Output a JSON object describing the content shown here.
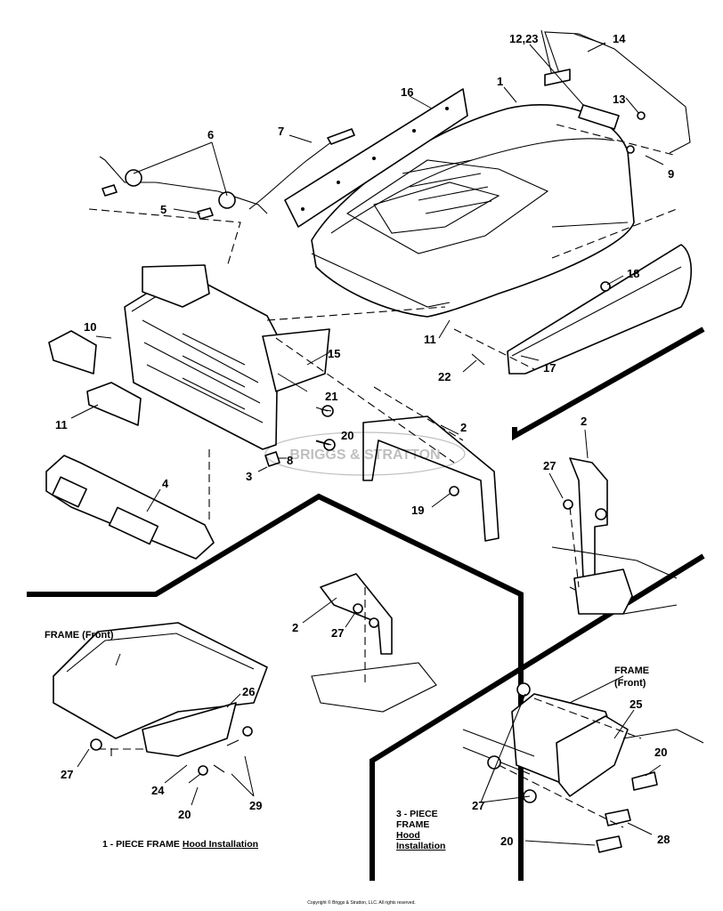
{
  "labels": {
    "l1": "1",
    "l2a": "2",
    "l2b": "2",
    "l2c": "2",
    "l3": "3",
    "l4": "4",
    "l5": "5",
    "l6": "6",
    "l7": "7",
    "l8": "8",
    "l9": "9",
    "l10": "10",
    "l11a": "11",
    "l11b": "11",
    "l1223": "12,23",
    "l13": "13",
    "l14": "14",
    "l15": "15",
    "l16": "16",
    "l17": "17",
    "l18": "18",
    "l19": "19",
    "l20a": "20",
    "l20b": "20",
    "l20c": "20",
    "l20d": "20",
    "l21": "21",
    "l22": "22",
    "l24": "24",
    "l25": "25",
    "l26": "26",
    "l27a": "27",
    "l27b": "27",
    "l27c": "27",
    "l27d": "27",
    "l28": "28",
    "l29": "29"
  },
  "frame_labels": {
    "front1": "FRAME (Front)",
    "front3_line1": "FRAME",
    "front3_line2": "(Front)"
  },
  "captions": {
    "one_piece_prefix": "1 - PIECE FRAME ",
    "one_piece_underlined": "Hood Installation",
    "three_piece_line1": "3 - PIECE",
    "three_piece_line2": "FRAME",
    "three_piece_line3": "Hood",
    "three_piece_line4": "Installation"
  },
  "watermark": "BRIGGS & STRATTON",
  "copyright": "Copyright © Briggs & Stratton, LLC. All rights reserved."
}
